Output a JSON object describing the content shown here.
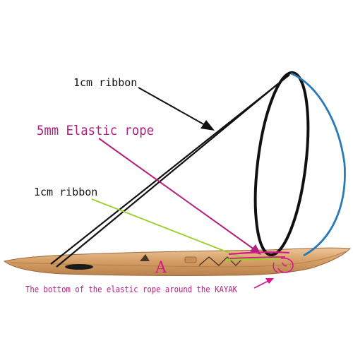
{
  "labels": {
    "ribbon_top": "1cm ribbon",
    "elastic": "5mm Elastic rope",
    "ribbon_mid": "1cm ribbon",
    "bottom_note": "The bottom of the elastic rope around the KAYAK",
    "point_a": "A"
  },
  "colors": {
    "black": "#111111",
    "magenta": "#b0207e",
    "pink": "#d6168c",
    "green": "#98d12c",
    "blue": "#2a7ab8",
    "kayak": "#d6a068",
    "kayak_dark": "#b9824c",
    "kayak_light": "#eec59a"
  }
}
